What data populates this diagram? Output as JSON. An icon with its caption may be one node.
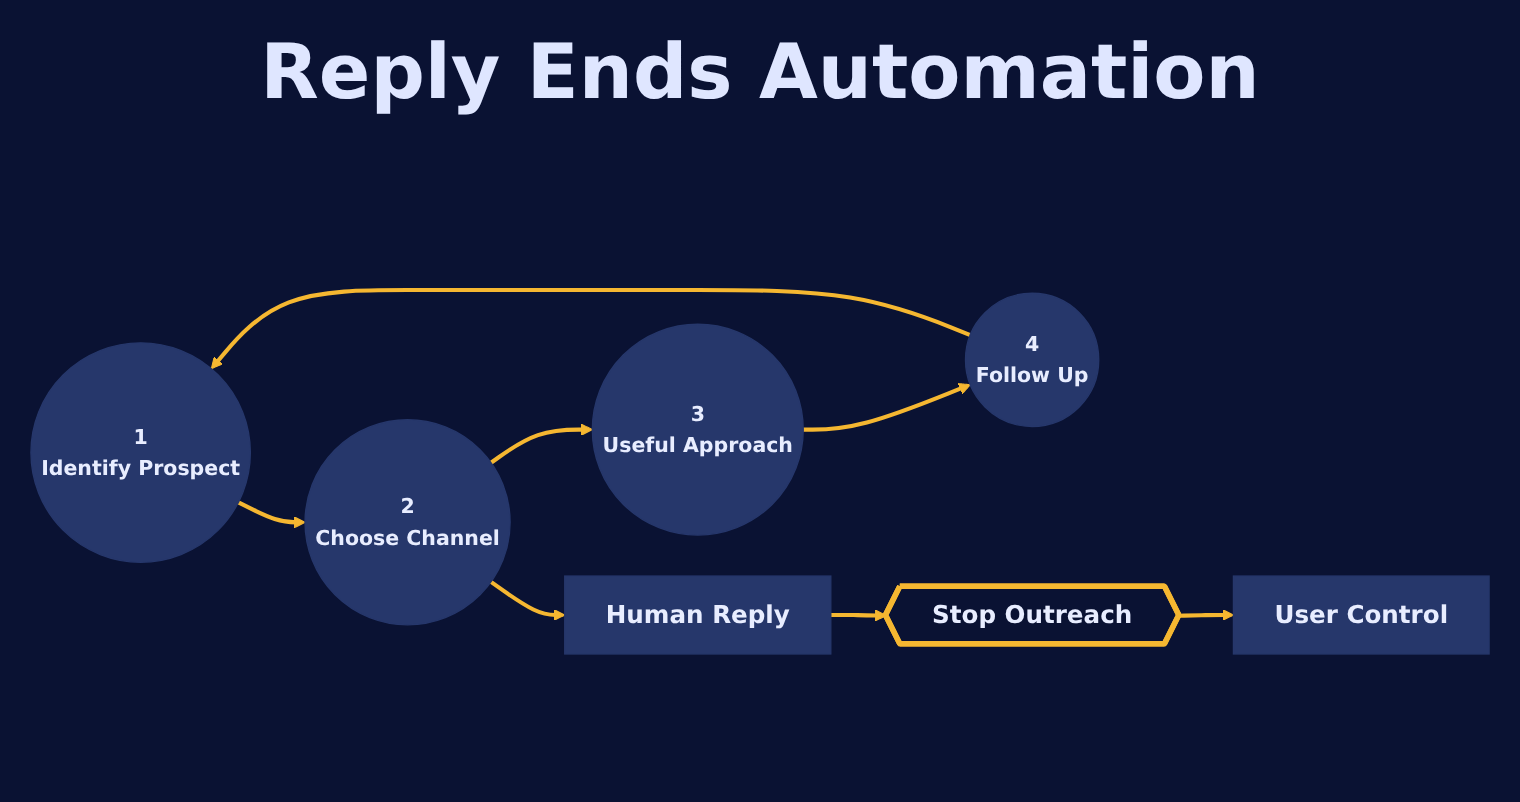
{
  "diagram": {
    "title": "Reply Ends Automation",
    "nodes": [
      {
        "text": [
          "1",
          "Identify Prospect"
        ]
      },
      {
        "text": [
          "2",
          "Choose Channel"
        ]
      },
      {
        "text": [
          "3",
          "Useful Approach"
        ]
      },
      {
        "text": [
          "4",
          "Follow Up"
        ]
      },
      {
        "text": [
          "Human Reply"
        ]
      },
      {
        "text": [
          "Stop Outreach"
        ]
      },
      {
        "text": [
          "User Control"
        ]
      }
    ],
    "edges": [
      {
        "from": 0,
        "to": 1,
        "arrow": "to"
      },
      {
        "from": 1,
        "to": 2,
        "arrow": "to"
      },
      {
        "from": 2,
        "to": 3,
        "arrow": "to"
      },
      {
        "from": 3,
        "to": 0,
        "arrow": "to"
      },
      {
        "from": 1,
        "to": 4,
        "arrow": "to"
      },
      {
        "from": 4,
        "to": 5,
        "arrow": "to"
      },
      {
        "from": 5,
        "to": 6,
        "arrow": "to"
      }
    ]
  }
}
